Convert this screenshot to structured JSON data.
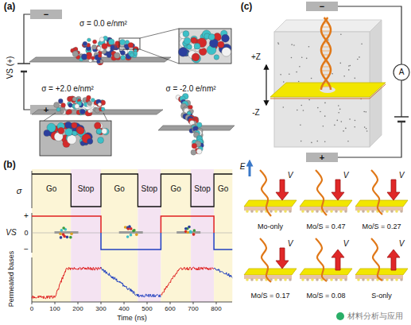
{
  "diagram": {
    "labels": [
      "(a)",
      "−",
      "+",
      "VS (+)",
      "σ = 0.0 e/nm²",
      "σ = +2.0 e/nm²",
      "σ = -2.0 e/nm²",
      "(b)",
      "Go",
      "Stop",
      "Go",
      "Stop",
      "Go",
      "Stop",
      "Go",
      "σ",
      "VS",
      "+",
      "0",
      "−",
      "Permeated bases",
      "0",
      "100",
      "200",
      "300",
      "400",
      "500",
      "600",
      "700",
      "800",
      "Time (ns)",
      "(c)",
      "−",
      "+",
      "A",
      "+Z",
      "-Z",
      "E",
      "V",
      "V",
      "V",
      "V",
      "V",
      "V",
      "Mo-only",
      "Mo/S = 0.47",
      "Mo/S = 0.27",
      "Mo/S = 0.17",
      "Mo/S = 0.08",
      "S-only",
      "材料分析与应用"
    ]
  }
}
